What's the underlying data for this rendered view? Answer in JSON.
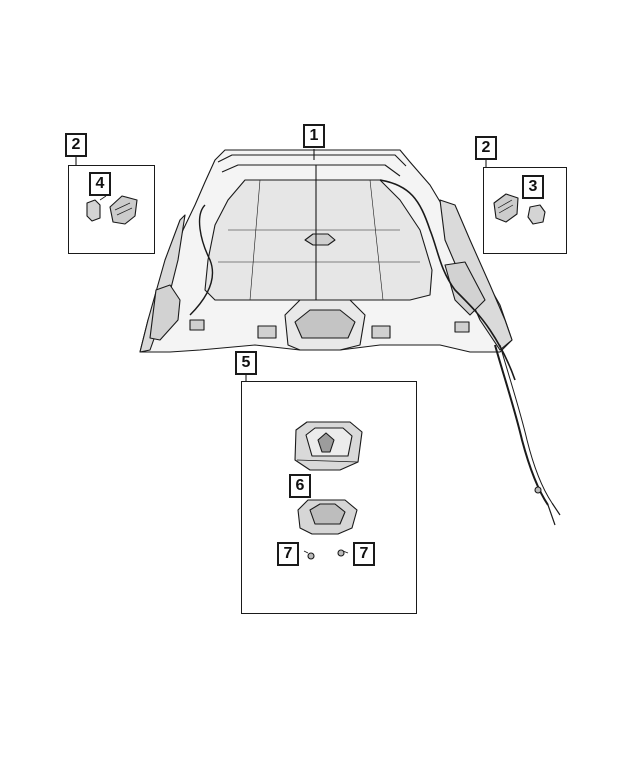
{
  "callouts": {
    "headliner": "1",
    "visor_left": "2",
    "visor_right": "2",
    "right_clip": "3",
    "left_clip": "4",
    "console_group": "5",
    "console_bezel": "6",
    "screw_left": "7",
    "screw_right": "7"
  },
  "colors": {
    "line": "#1a1a1a",
    "fill": "#ffffff",
    "shade": "#cfcfcf"
  }
}
